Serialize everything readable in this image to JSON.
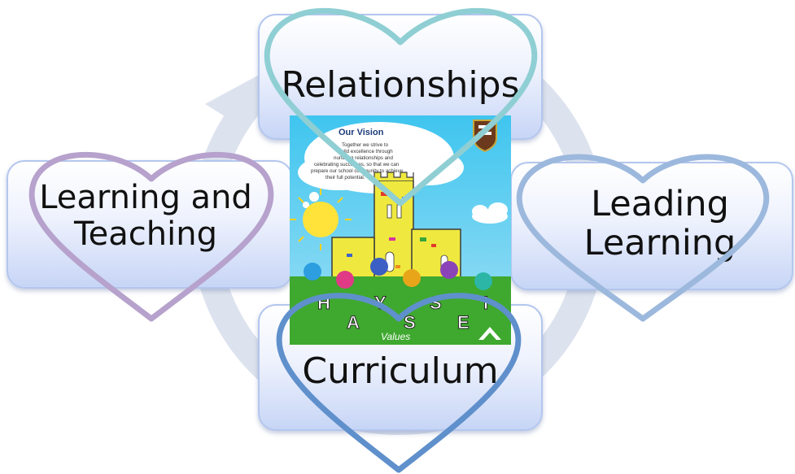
{
  "nodes": {
    "relationships": "Relationships",
    "learning_teaching": {
      "line1": "Learning and",
      "line2": "Teaching"
    },
    "leading_learning": {
      "line1": "Leading",
      "line2": "Learning"
    },
    "curriculum": "Curriculum"
  },
  "poster": {
    "title": "Our Vision",
    "vision_lines": [
      "Together we strive to",
      "build excellence through",
      "nurturing relationships and",
      "celebrating successes, so that we can",
      "prepare our school community to achieve",
      "their full potential."
    ],
    "value_letters_top": [
      "H",
      "Y",
      "S",
      "I"
    ],
    "value_letters_bottom": [
      "A",
      "S",
      "E"
    ],
    "values_label": "Values"
  },
  "colors": {
    "heart_relationships": "#8fcfd4",
    "heart_learning_teaching": "#b6a2cc",
    "heart_leading_learning": "#9cb8dd",
    "heart_curriculum": "#5f90cc",
    "cycle_ring": "#dde3ee",
    "box_border": "#b3c6ee"
  }
}
